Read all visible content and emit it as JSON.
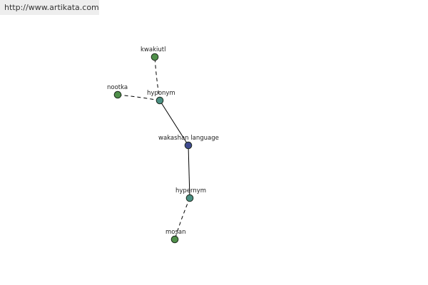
{
  "banner": {
    "url_text": "http://www.artikata.com"
  },
  "colors": {
    "center_node": "#3f4a8f",
    "relation_node": "#4a8f82",
    "term_node": "#4f8f4a"
  },
  "nodes": {
    "center": {
      "label": "wakashan language",
      "kind": "center"
    },
    "hyponym": {
      "label": "hyponym",
      "kind": "relation"
    },
    "hypernym": {
      "label": "hypernym",
      "kind": "relation"
    },
    "kwakiutl": {
      "label": "kwakiutl",
      "kind": "term"
    },
    "nootka": {
      "label": "nootka",
      "kind": "term"
    },
    "mosan": {
      "label": "mosan",
      "kind": "term"
    }
  },
  "edges": [
    {
      "from": "center",
      "to": "hyponym",
      "style": "solid"
    },
    {
      "from": "center",
      "to": "hypernym",
      "style": "solid"
    },
    {
      "from": "hyponym",
      "to": "kwakiutl",
      "style": "dashed"
    },
    {
      "from": "hyponym",
      "to": "nootka",
      "style": "dashed"
    },
    {
      "from": "hypernym",
      "to": "mosan",
      "style": "dashed"
    }
  ]
}
